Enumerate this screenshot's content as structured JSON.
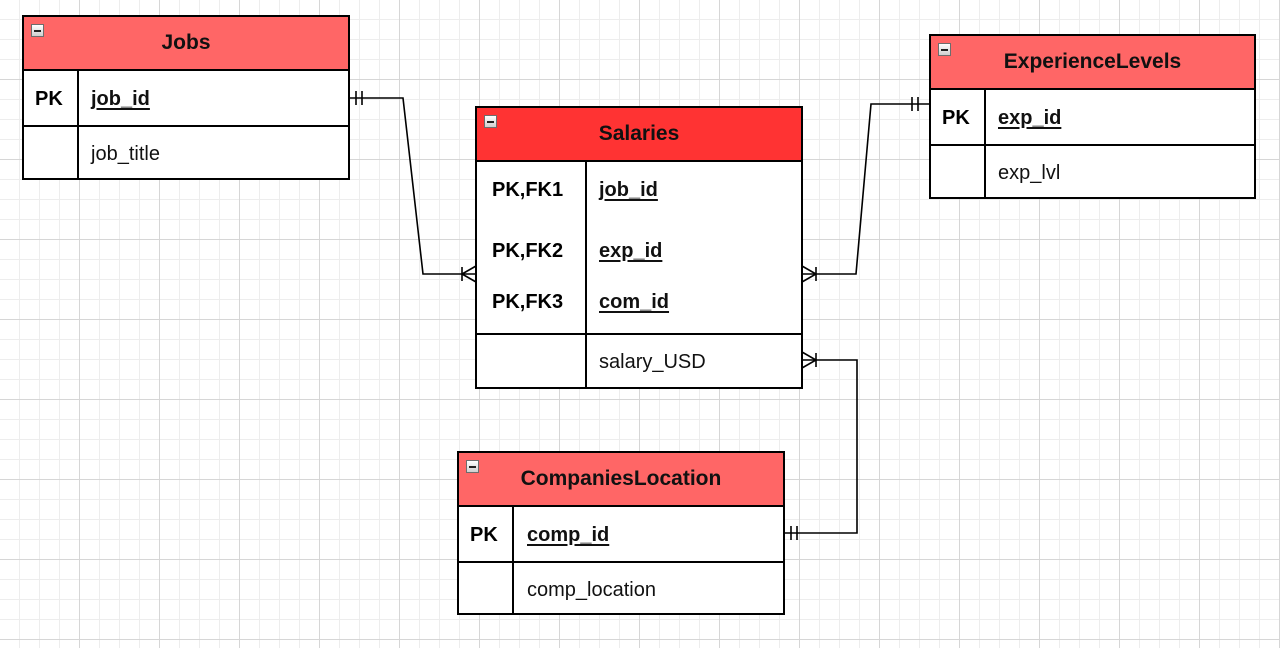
{
  "colors": {
    "header_fill": "#ff6666",
    "header_fill_strong": "#ff3333",
    "stroke": "#000000"
  },
  "entities": {
    "jobs": {
      "title": "Jobs",
      "rows": [
        {
          "key": "PK",
          "field": "job_id"
        },
        {
          "key": "",
          "field": "job_title"
        }
      ]
    },
    "salaries": {
      "title": "Salaries",
      "keys": [
        {
          "key": "PK,FK1",
          "field": "job_id"
        },
        {
          "key": "PK,FK2",
          "field": "exp_id"
        },
        {
          "key": "PK,FK3",
          "field": "com_id"
        }
      ],
      "attributes": [
        {
          "key": "",
          "field": "salary_USD"
        }
      ]
    },
    "experience_levels": {
      "title": "ExperienceLevels",
      "rows": [
        {
          "key": "PK",
          "field": "exp_id"
        },
        {
          "key": "",
          "field": "exp_lvl"
        }
      ]
    },
    "companies_location": {
      "title": "CompaniesLocation",
      "rows": [
        {
          "key": "PK",
          "field": "comp_id"
        },
        {
          "key": "",
          "field": "comp_location"
        }
      ]
    }
  },
  "relationships": [
    {
      "from": "Jobs",
      "from_cardinality": "one-and-only-one",
      "to": "Salaries",
      "to_cardinality": "one-or-many"
    },
    {
      "from": "ExperienceLevels",
      "from_cardinality": "one-and-only-one",
      "to": "Salaries",
      "to_cardinality": "one-or-many"
    },
    {
      "from": "CompaniesLocation",
      "from_cardinality": "one-and-only-one",
      "to": "Salaries",
      "to_cardinality": "one-or-many"
    }
  ]
}
